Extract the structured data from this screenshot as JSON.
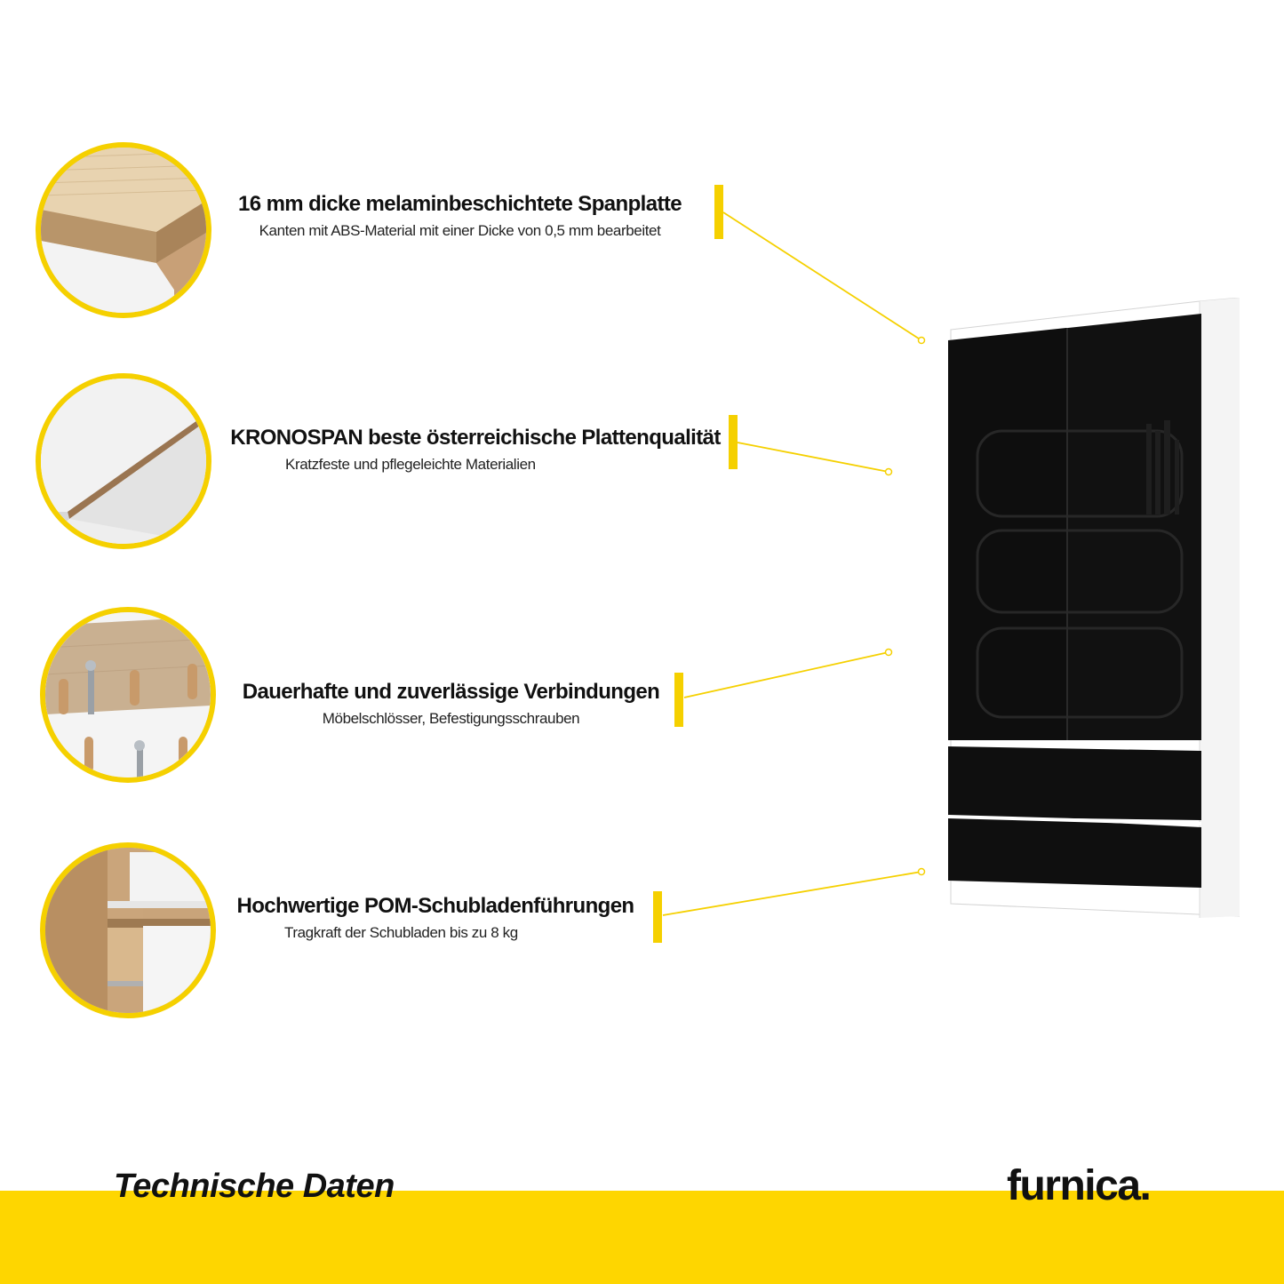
{
  "features": [
    {
      "title": "16 mm dicke melaminbeschichtete Spanplatte",
      "subtitle": "Kanten mit ABS-Material mit einer Dicke von 0,5 mm bearbeitet",
      "icon": "wood-edge-closeup"
    },
    {
      "title": "KRONOSPAN beste österreichische Plattenqualität",
      "subtitle": "Kratzfeste und pflegeleichte Materialien",
      "icon": "panel-edge-closeup"
    },
    {
      "title": "Dauerhafte und zuverlässige Verbindungen",
      "subtitle": "Möbelschlösser, Befestigungsschrauben",
      "icon": "dowels-and-screws-closeup"
    },
    {
      "title": "Hochwertige POM-Schubladenführungen",
      "subtitle": "Tragkraft der Schubladen bis zu 8 kg",
      "icon": "drawer-runners-closeup"
    }
  ],
  "footer": {
    "title": "Technische Daten",
    "logo": "furnica."
  },
  "colors": {
    "accent": "#f5d000",
    "band": "#fed600",
    "cabinet_body": "#ffffff",
    "cabinet_front": "#0d0d0d"
  }
}
